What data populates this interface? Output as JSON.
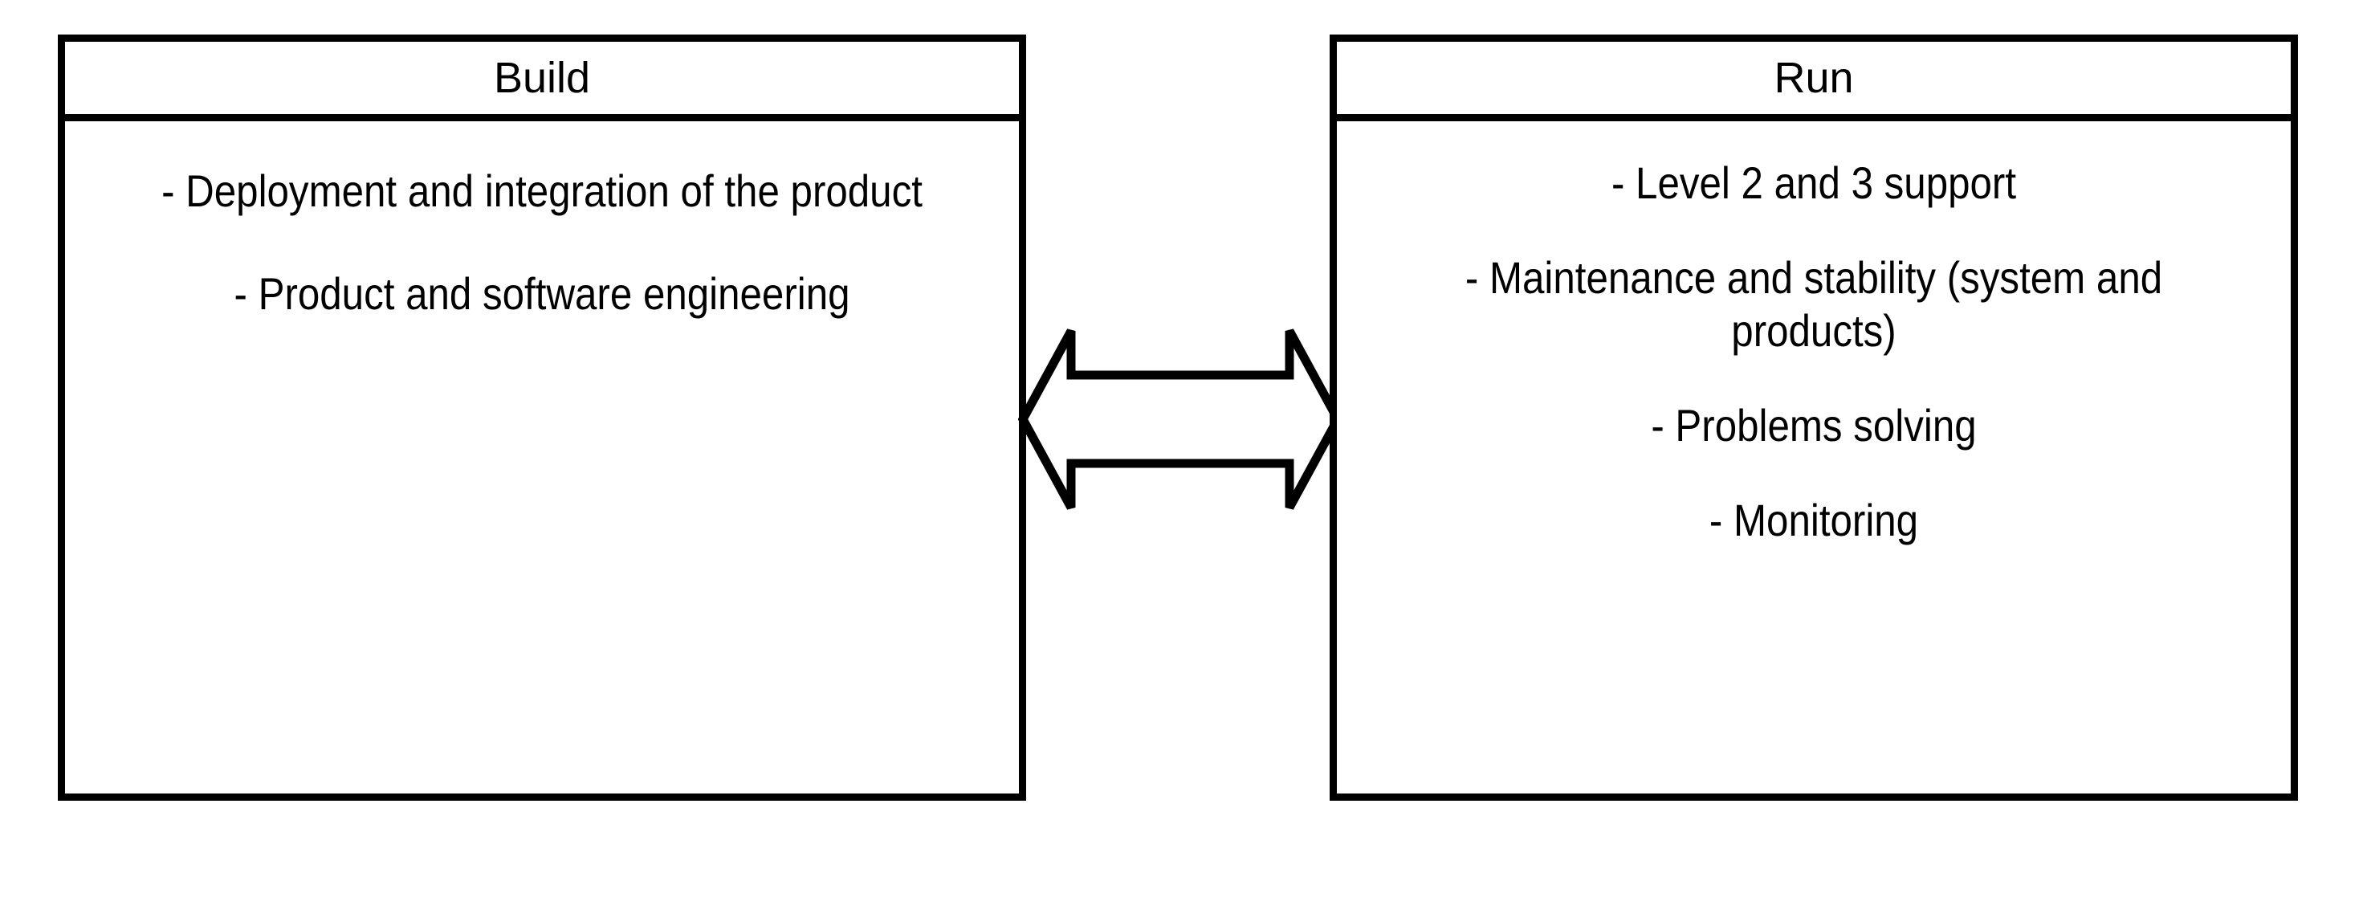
{
  "diagram": {
    "title_build": "Build",
    "title_run": "Run",
    "background_color": "#ffffff",
    "stroke_color": "#000000"
  },
  "boxes": [
    {
      "id": "build",
      "header": "Build",
      "items": [
        "- Deployment and integration of the product",
        "- Product and software engineering"
      ]
    },
    {
      "id": "run",
      "header": "Run",
      "items": [
        "- Level 2 and 3 support",
        "- Maintenance and stability (system and products)",
        "- Problems solving",
        "- Monitoring"
      ]
    }
  ],
  "connector": {
    "name": "bidirectional-arrow",
    "direction": "both",
    "fill": "#ffffff",
    "stroke": "#000000"
  }
}
